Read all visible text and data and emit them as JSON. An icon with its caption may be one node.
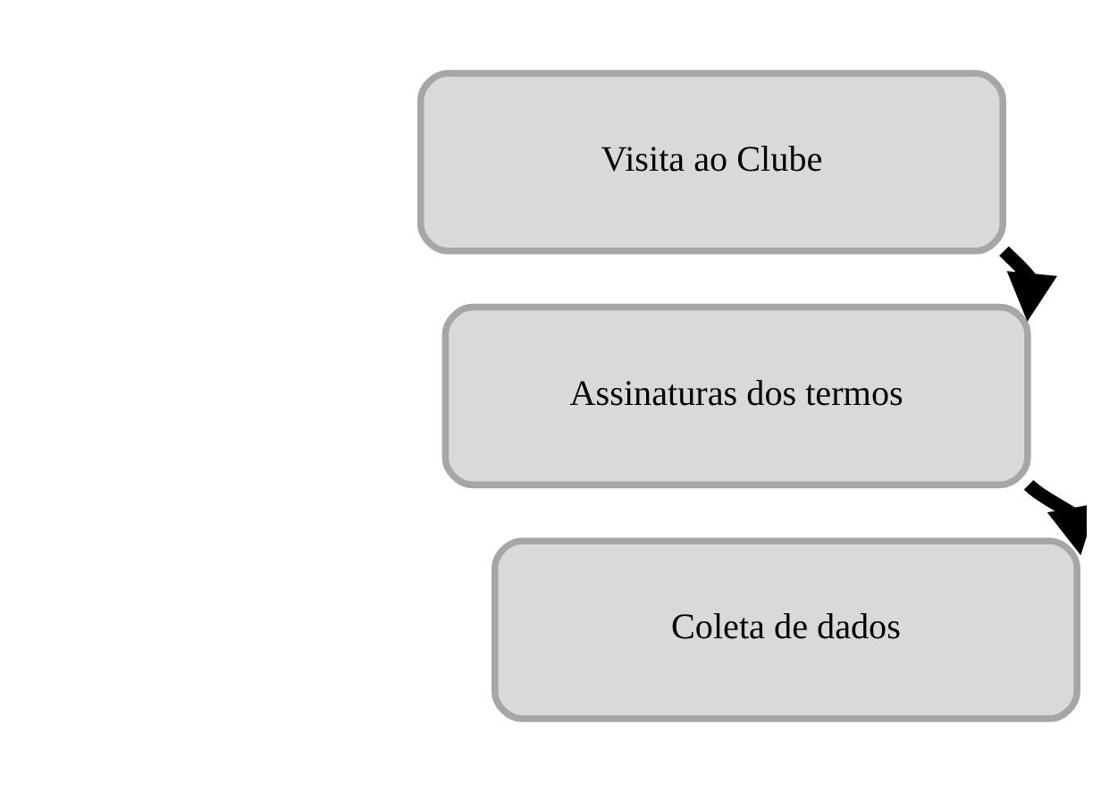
{
  "diagram": {
    "nodes": [
      {
        "text": [
          "Visita ao Clube"
        ]
      },
      {
        "text": [
          "Assinaturas dos termos"
        ]
      },
      {
        "text": [
          "Coleta de dados"
        ]
      }
    ],
    "edges": [
      {
        "from": 0,
        "to": 1,
        "arrow": "to"
      },
      {
        "from": 1,
        "to": 2,
        "arrow": "to"
      }
    ]
  }
}
